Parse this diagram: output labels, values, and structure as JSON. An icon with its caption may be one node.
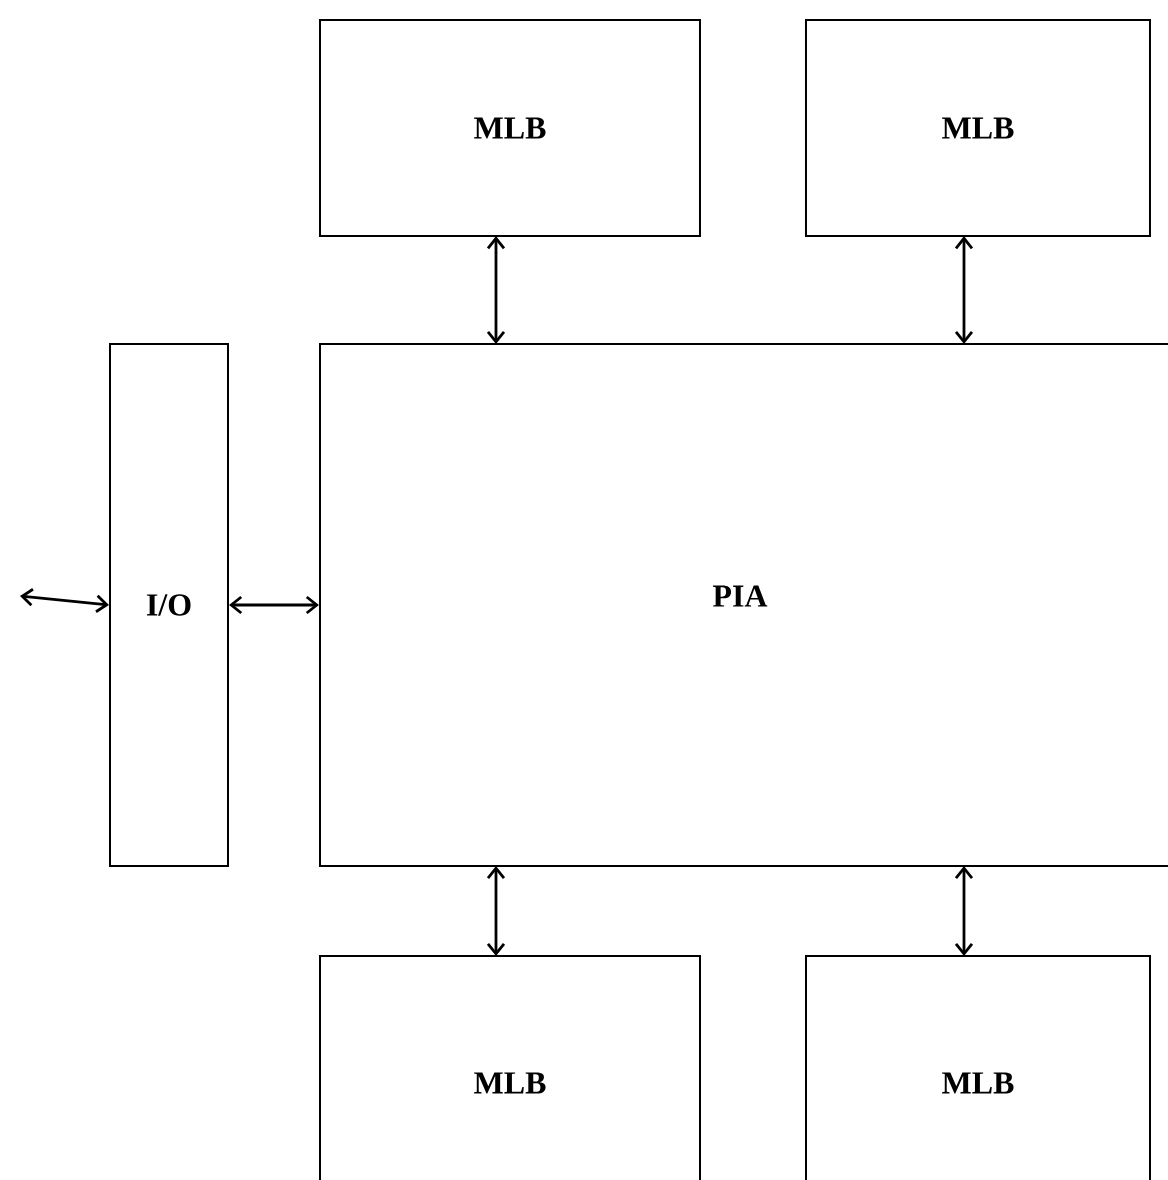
{
  "diagram": {
    "nodes": [
      {
        "text": [
          "MLB"
        ]
      },
      {
        "text": [
          "MLB"
        ]
      },
      {
        "text": [
          "I/O"
        ]
      },
      {
        "text": [
          "PIA"
        ]
      },
      {
        "text": [
          "MLB"
        ]
      },
      {
        "text": [
          "MLB"
        ]
      }
    ],
    "edges": [
      {
        "from": 0,
        "to": 3,
        "arrow": "both"
      },
      {
        "from": 1,
        "to": 3,
        "arrow": "both"
      },
      {
        "from": null,
        "to": 2,
        "arrow": "both"
      },
      {
        "from": 2,
        "to": 3,
        "arrow": "both"
      },
      {
        "from": 3,
        "to": 4,
        "arrow": "both"
      },
      {
        "from": 3,
        "to": 5,
        "arrow": "both"
      }
    ]
  }
}
